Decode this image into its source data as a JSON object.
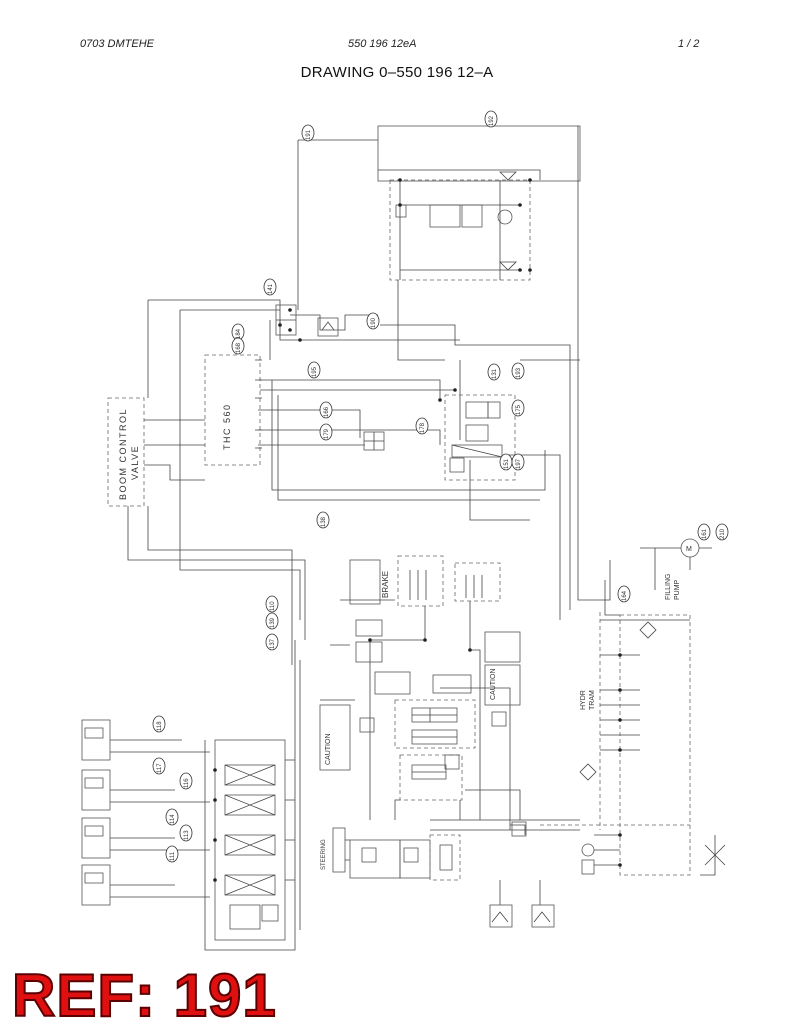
{
  "header": {
    "left": "0703 DMTEHE",
    "center": "550 196 12eA",
    "right": "1 /  2"
  },
  "title": "DRAWING 0–550 196 12–A",
  "labels": {
    "boom_control_line1": "BOOM CONTROL",
    "boom_control_line2": "VALVE",
    "thc": "THC 560",
    "brake": "BRAKE",
    "caution1": "CAUTION",
    "caution2": "CAUTION",
    "filling_pump_line1": "FILLING",
    "filling_pump_line2": "PUMP",
    "hydr_tram_line1": "HYDR",
    "hydr_tram_line2": "TRAM",
    "steering": "STEERING",
    "motor_m": "M"
  },
  "balloons": {
    "b191": "191",
    "b192": "192",
    "b141": "141",
    "b184": "184",
    "b190": "190",
    "b168": "168",
    "b195": "195",
    "b131": "131",
    "b193": "193",
    "b166": "166",
    "b175": "175",
    "b179": "179",
    "b178": "178",
    "b151": "151",
    "b197": "197",
    "b138": "138",
    "b110": "110",
    "b139": "139",
    "b137": "137",
    "b164": "164",
    "b161": "161",
    "b210": "210",
    "b118": "118",
    "b117": "117",
    "b116": "116",
    "b114": "114",
    "b113": "113",
    "b111": "111"
  },
  "ref_stamp": "REF: 191"
}
